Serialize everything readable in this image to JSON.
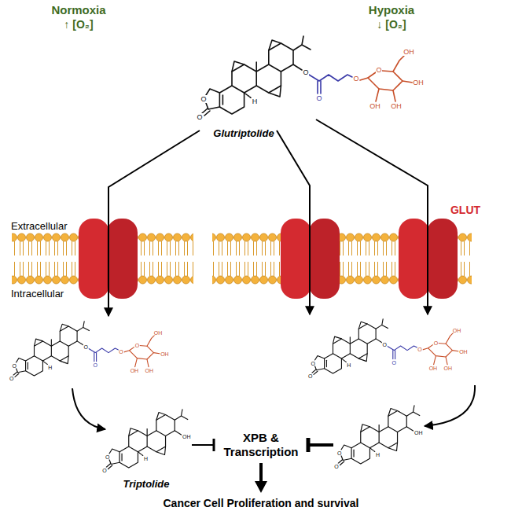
{
  "diagram": {
    "nodes": [
      {
        "text": [
          "Glutriptolide"
        ]
      },
      {
        "text": [
          "Triptolide"
        ]
      },
      {
        "text": [
          "XPB & Transcription"
        ]
      },
      {
        "text": [
          "Cancer Cell Proliferation and survival"
        ]
      }
    ],
    "edges": [
      {
        "from": 1,
        "to": 2,
        "arrow": "to"
      },
      {
        "from": 2,
        "to": 3,
        "arrow": "to"
      }
    ],
    "labels": [
      "Normoxia",
      "↑ [O₂]",
      "Hypoxia",
      "↓ [O₂]",
      "Extracellular",
      "Intracellular",
      "GLUT",
      "O",
      "O",
      "H",
      "O",
      "O",
      "O",
      "O",
      "OH",
      "OH",
      "OH",
      "OH",
      "O",
      "O",
      "H",
      "O",
      "O",
      "O",
      "O",
      "OH",
      "OH",
      "OH",
      "OH",
      "O",
      "O",
      "H",
      "O",
      "O",
      "O",
      "O",
      "OH",
      "OH",
      "OH",
      "OH",
      "O",
      "O",
      "H",
      "OH",
      "O",
      "O",
      "H",
      "OH"
    ]
  }
}
